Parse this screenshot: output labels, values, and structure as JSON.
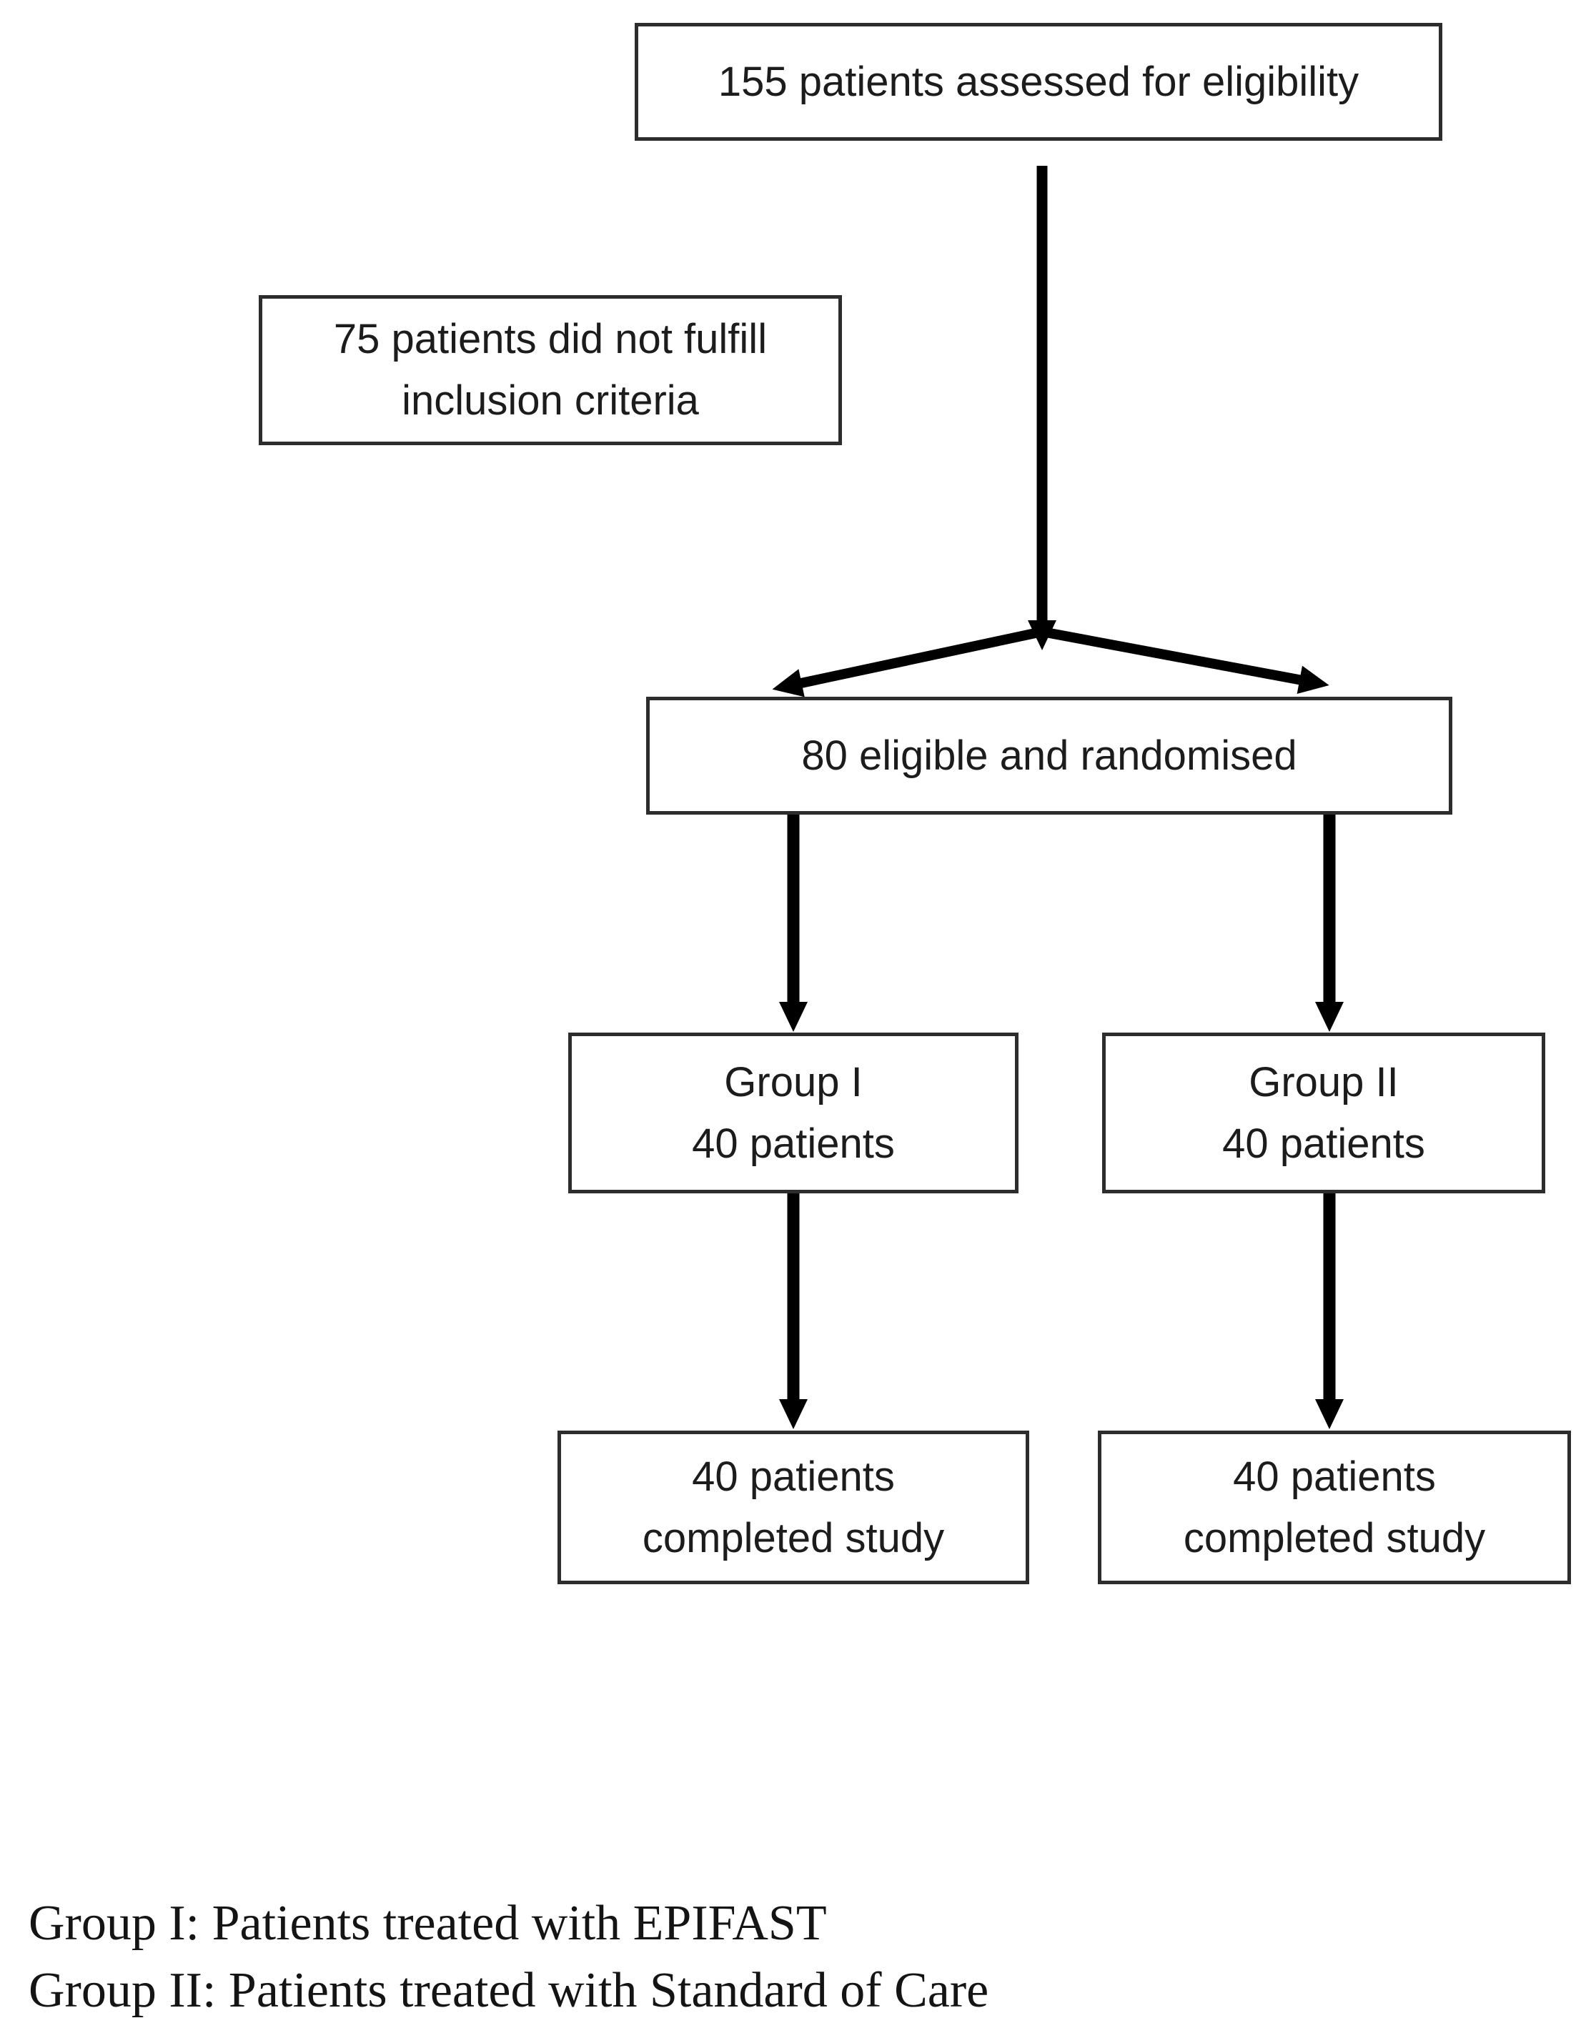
{
  "boxes": {
    "assessed": {
      "line1": "155 patients assessed for eligibility"
    },
    "not_fulfill": {
      "line1": "75 patients did not fulfill",
      "line2": "inclusion criteria"
    },
    "randomised": {
      "line1": "80 eligible and randomised"
    },
    "group1": {
      "line1": "Group I",
      "line2": "40 patients"
    },
    "group2": {
      "line1": "Group II",
      "line2": "40 patients"
    },
    "completed1": {
      "line1": "40 patients",
      "line2": "completed study"
    },
    "completed2": {
      "line1": "40 patients",
      "line2": "completed study"
    }
  },
  "legend": {
    "line1": "Group I: Patients treated with EPIFAST",
    "line2": "Group II: Patients treated with Standard of Care"
  },
  "colors": {
    "background": "#ffffff",
    "box_border": "#2d2d2d",
    "text": "#1c1c1c",
    "arrow": "#000000"
  }
}
